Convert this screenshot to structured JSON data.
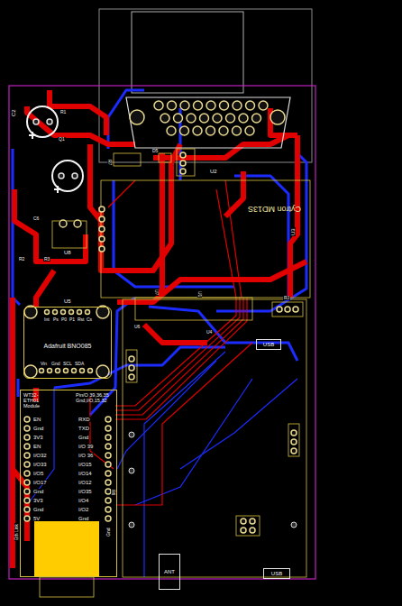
{
  "diagram": {
    "nodes": [
      {
        "text": [
          "Cytron MD13S"
        ]
      },
      {
        "text": [
          "U5",
          "Adafruit BNO085"
        ]
      },
      {
        "text": [
          "WT32-ETH01 Module",
          "Pin/O 39,36,35 Gnd,I/O,15,32"
        ]
      },
      {
        "text": [
          "ANT"
        ]
      },
      {
        "text": [
          "USB"
        ]
      },
      {
        "text": [
          "USB"
        ]
      }
    ],
    "labels": [
      "C2",
      "R1",
      "Q1",
      "R7",
      "D5",
      "U2",
      "U3",
      "C6",
      "U8",
      "R2",
      "R3",
      "U7",
      "U6",
      "U1",
      "RJ",
      "R6",
      "U4",
      "Int",
      "Ps",
      "P0",
      "P1",
      "Rst",
      "Cs",
      "Vin",
      "Gnd",
      "SCL",
      "SDA",
      "EN",
      "Gnd",
      "3V3",
      "EN",
      "I/O32",
      "I/O33",
      "I/O5",
      "I/O17",
      "Gnd",
      "3V3",
      "Gnd",
      "5V",
      "RXD",
      "TXD",
      "Gnd",
      "I/O 39",
      "I/O 36",
      "I/O15",
      "I/O14",
      "I/O12",
      "I/O35",
      "I/O4",
      "I/O2",
      "Gnd",
      "Eth Link",
      "Gnd"
    ]
  }
}
